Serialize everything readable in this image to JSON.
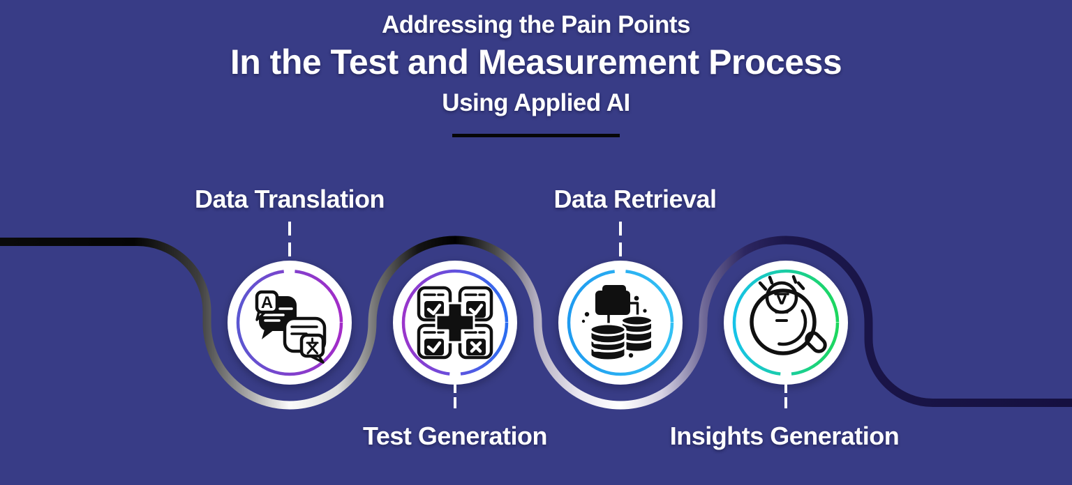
{
  "title": {
    "line1": "Addressing the Pain Points",
    "line2": "In the Test and Measurement Process",
    "line3": "Using Applied AI"
  },
  "steps": [
    {
      "label": "Data Translation",
      "icon": "translation-icon",
      "label_position": "top",
      "ring_gradient": [
        "#5b57d1",
        "#a32cc8"
      ]
    },
    {
      "label": "Test Generation",
      "icon": "test-generation-icon",
      "label_position": "bottom",
      "ring_gradient": [
        "#9a35cb",
        "#2b6df0"
      ]
    },
    {
      "label": "Data Retrieval",
      "icon": "data-retrieval-icon",
      "label_position": "top",
      "ring_gradient": [
        "#1f9bf0",
        "#33c1f4"
      ]
    },
    {
      "label": "Insights Generation",
      "icon": "insights-icon",
      "label_position": "bottom",
      "ring_gradient": [
        "#17c3e8",
        "#1dd75e"
      ]
    }
  ],
  "colors": {
    "background": "#383c86",
    "title_text": "#ffffff",
    "title_underline": "#070707",
    "label_text": "#ffffff",
    "circle_fill": "#ffffff",
    "icon_ink": "#101010",
    "connector_dash": "#ffffff",
    "ribbon_black": "#0a0a0a",
    "ribbon_white": "#ffffff",
    "ribbon_navy_end": "#151040"
  }
}
